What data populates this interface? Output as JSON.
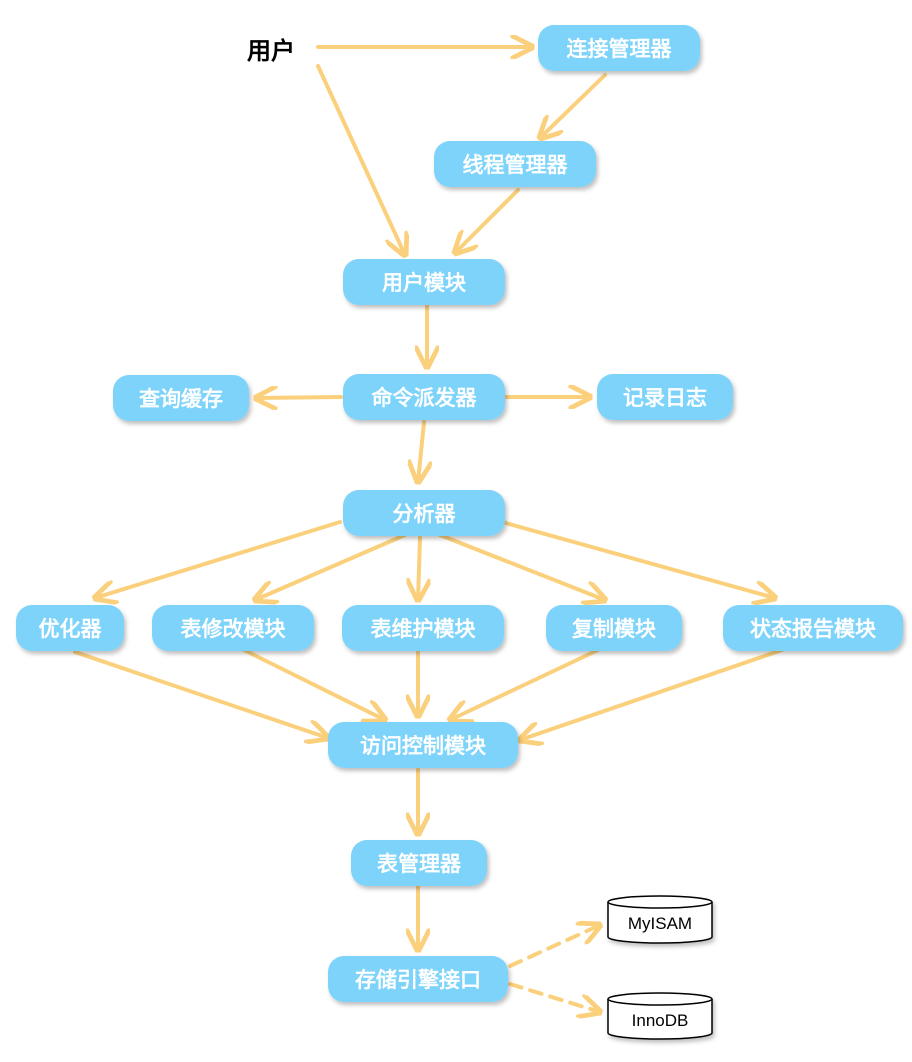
{
  "colors": {
    "node_fill": "#7dd3fa",
    "node_text": "#ffffff",
    "arrow": "#fbd07c",
    "db_stroke": "#000000",
    "db_fill": "#ffffff"
  },
  "user_label": "用户",
  "nodes": {
    "connection_manager": "连接管理器",
    "thread_manager": "线程管理器",
    "user_module": "用户模块",
    "query_cache": "查询缓存",
    "command_dispatcher": "命令派发器",
    "logging": "记录日志",
    "parser": "分析器",
    "optimizer": "优化器",
    "table_modify_module": "表修改模块",
    "table_maintenance_module": "表维护模块",
    "replication_module": "复制模块",
    "status_report_module": "状态报告模块",
    "access_control_module": "访问控制模块",
    "table_manager": "表管理器",
    "storage_engine_interface": "存储引擎接口"
  },
  "databases": {
    "myisam": "MyISAM",
    "innodb": "InnoDB"
  }
}
